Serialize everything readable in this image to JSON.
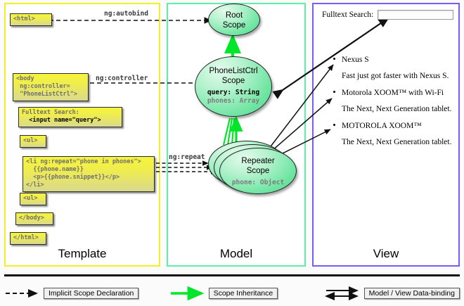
{
  "panels": {
    "template": {
      "label": "Template",
      "border_color": "#f2ef25"
    },
    "model": {
      "label": "Model",
      "border_color": "#5cf0a8"
    },
    "view": {
      "label": "View",
      "border_color": "#7b5cf0"
    }
  },
  "template_boxes": [
    {
      "name": "html-open-box",
      "text": "<html>"
    },
    {
      "name": "body-open-box",
      "text": "<body\n ng:controller=\n \"PhoneListCtrl\">"
    },
    {
      "name": "fulltext-search-box",
      "gray": "Fulltext Search:",
      "bold": "  <input name=\"query\">"
    },
    {
      "name": "ul-open-box",
      "text": "<ul>"
    },
    {
      "name": "li-repeat-box",
      "text": "<li ng:repeat=\"phone in phones\">\n  {{phone.name}}\n  <p>{{phone.snippet}}</p>\n</li>"
    },
    {
      "name": "ul-close-box",
      "text": "<ul>"
    },
    {
      "name": "body-close-box",
      "text": "</body>"
    },
    {
      "name": "html-close-box",
      "text": "</html>"
    }
  ],
  "connector_labels": {
    "autobind": "ng:autobind",
    "controller": "ng:controller",
    "repeat": "ng:repeat"
  },
  "scopes": [
    {
      "name": "root-scope",
      "title": "Root\nScope",
      "props": []
    },
    {
      "name": "phonelistctrl-scope",
      "title": "PhoneListCtrl\nScope",
      "props": [
        {
          "text": "query: String",
          "style": "bold"
        },
        {
          "text": "phones: Array",
          "style": "gray"
        }
      ]
    },
    {
      "name": "repeater-scope",
      "title": "Repeater\nScope",
      "props": [
        {
          "text": "phone: Object",
          "style": "gray"
        }
      ]
    }
  ],
  "view": {
    "search_label": "Fulltext Search:",
    "search_value": "",
    "search_placeholder": "",
    "items": [
      {
        "name": "Nexus S",
        "snippet": "Fast just got faster with Nexus S."
      },
      {
        "name": "Motorola XOOM™  with Wi-Fi",
        "snippet": "The Next, Next Generation tablet."
      },
      {
        "name": "MOTOROLA XOOM™",
        "snippet": "The Next, Next Generation tablet."
      }
    ]
  },
  "legend": [
    {
      "name": "legend-implicit-scope",
      "label": "Implicit Scope Declaration",
      "arrow": "dashed-black"
    },
    {
      "name": "legend-scope-inherit",
      "label": "Scope Inheritance",
      "arrow": "solid-green"
    },
    {
      "name": "legend-data-binding",
      "label": "Model / View Data-binding",
      "arrow": "double-black"
    }
  ],
  "colors": {
    "green_arrow": "#00e629",
    "template_yellow": "#f2ef25",
    "model_green": "#5cf0a8",
    "view_purple": "#7b5cf0"
  }
}
